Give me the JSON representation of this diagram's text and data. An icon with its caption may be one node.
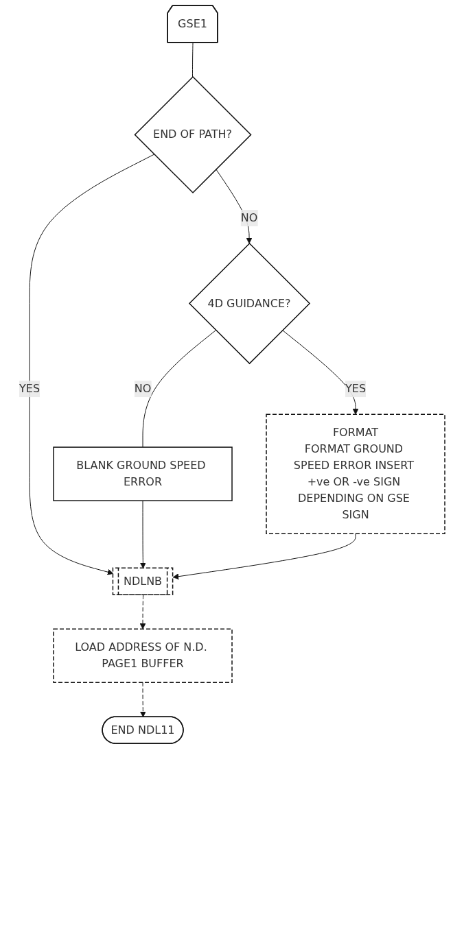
{
  "diagram": {
    "nodes": [
      {
        "text": [
          "GSE1"
        ]
      },
      {
        "text": [
          "END OF PATH?"
        ]
      },
      {
        "text": [
          "4D GUIDANCE?"
        ]
      },
      {
        "text": [
          "BLANK GROUND SPEED ERROR"
        ]
      },
      {
        "text": [
          "FORMAT",
          "FORMAT GROUND SPEED ERROR INSERT +ve OR -ve SIGN DEPENDING ON GSE SIGN"
        ]
      },
      {
        "text": [
          "NDLNB"
        ]
      },
      {
        "text": [
          "LOAD ADDRESS OF N.D. PAGE1 BUFFER"
        ]
      },
      {
        "text": [
          "END NDL11"
        ]
      }
    ],
    "edges": [
      {
        "from": 0,
        "to": 1,
        "arrow": "none"
      },
      {
        "from": 1,
        "to": 2,
        "label": "NO",
        "arrow": "to"
      },
      {
        "from": 1,
        "to": 5,
        "label": "YES",
        "arrow": "to"
      },
      {
        "from": 2,
        "to": 3,
        "label": "NO",
        "arrow": "none"
      },
      {
        "from": 2,
        "to": 4,
        "label": "YES",
        "arrow": "to"
      },
      {
        "from": 3,
        "to": 5,
        "arrow": "to"
      },
      {
        "from": 4,
        "to": 5,
        "arrow": "to"
      },
      {
        "from": 5,
        "to": 6,
        "arrow": "to",
        "style": "dashed"
      },
      {
        "from": 6,
        "to": 7,
        "arrow": "to",
        "style": "dashed"
      }
    ]
  }
}
